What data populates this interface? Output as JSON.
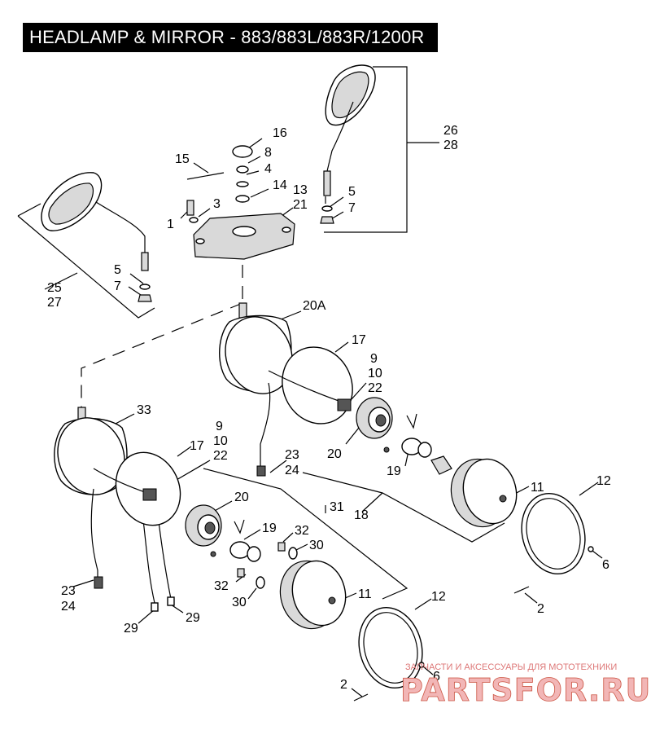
{
  "title": "HEADLAMP & MIRROR - 883/883L/883R/1200R",
  "callouts": {
    "c1": "1",
    "c2a": "2",
    "c2b": "2",
    "c3": "3",
    "c4": "4",
    "c5a": "5",
    "c5b": "5",
    "c6a": "6",
    "c6b": "6",
    "c7a": "7",
    "c7b": "7",
    "c8": "8",
    "c9a": "9",
    "c10a": "10",
    "c22a": "22",
    "c9b": "9",
    "c10b": "10",
    "c22b": "22",
    "c11a": "11",
    "c11b": "11",
    "c12a": "12",
    "c12b": "12",
    "c13": "13",
    "c21": "21",
    "c14": "14",
    "c15": "15",
    "c16": "16",
    "c17a": "17",
    "c17b": "17",
    "c18": "18",
    "c19a": "19",
    "c19b": "19",
    "c20a": "20",
    "c20b": "20",
    "c20A": "20A",
    "c23a": "23",
    "c24a": "24",
    "c23b": "23",
    "c24b": "24",
    "c25": "25",
    "c27": "27",
    "c26": "26",
    "c28": "28",
    "c29a": "29",
    "c29b": "29",
    "c30a": "30",
    "c30b": "30",
    "c31": "31",
    "c32a": "32",
    "c32b": "32",
    "c33": "33"
  },
  "watermark": {
    "tagline": "ЗАПЧАСТИ И АКСЕССУАРЫ ДЛЯ МОТОТЕХНИКИ",
    "brand": "PARTSFOR.RU"
  }
}
